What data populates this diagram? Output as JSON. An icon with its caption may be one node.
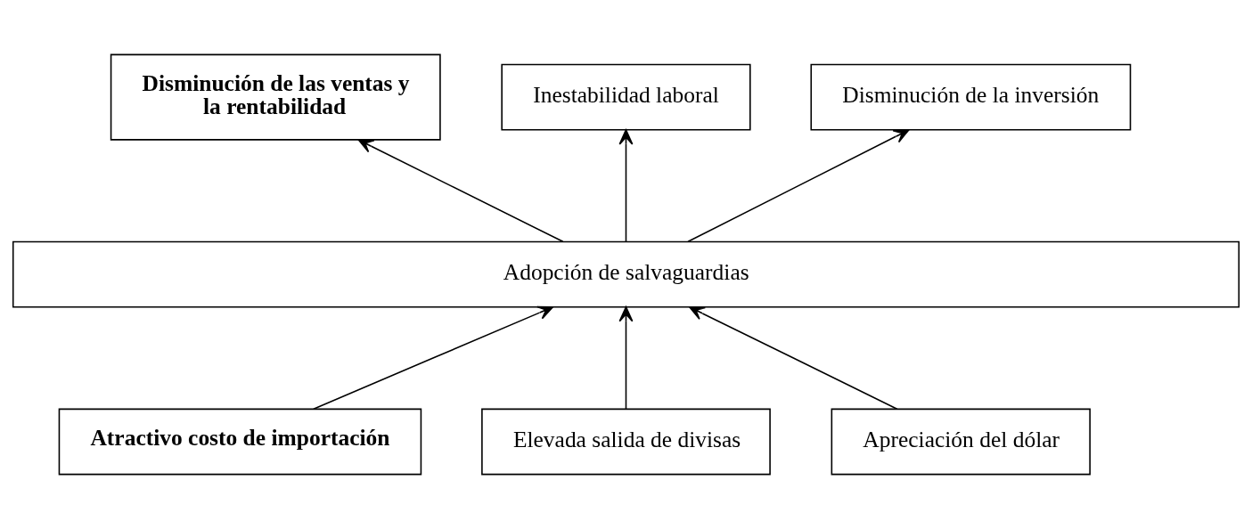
{
  "diagram": {
    "nodes": [
      {
        "text": [
          "Disminución de las ventas y la rentabilidad"
        ]
      },
      {
        "text": [
          "Inestabilidad laboral"
        ]
      },
      {
        "text": [
          "Disminución de la inversión"
        ]
      },
      {
        "text": [
          "Adopción de salvaguardias"
        ]
      },
      {
        "text": [
          "Atractivo costo de importación"
        ]
      },
      {
        "text": [
          "Elevada salida de divisas"
        ]
      },
      {
        "text": [
          "Apreciación del dólar"
        ]
      }
    ],
    "edges": [
      {
        "from": 3,
        "to": 0,
        "arrow": "to"
      },
      {
        "from": 3,
        "to": 1,
        "arrow": "to"
      },
      {
        "from": 3,
        "to": 2,
        "arrow": "to"
      },
      {
        "from": 4,
        "to": 3,
        "arrow": "to"
      },
      {
        "from": 5,
        "to": 3,
        "arrow": "to"
      },
      {
        "from": 6,
        "to": 3,
        "arrow": "to"
      }
    ]
  }
}
